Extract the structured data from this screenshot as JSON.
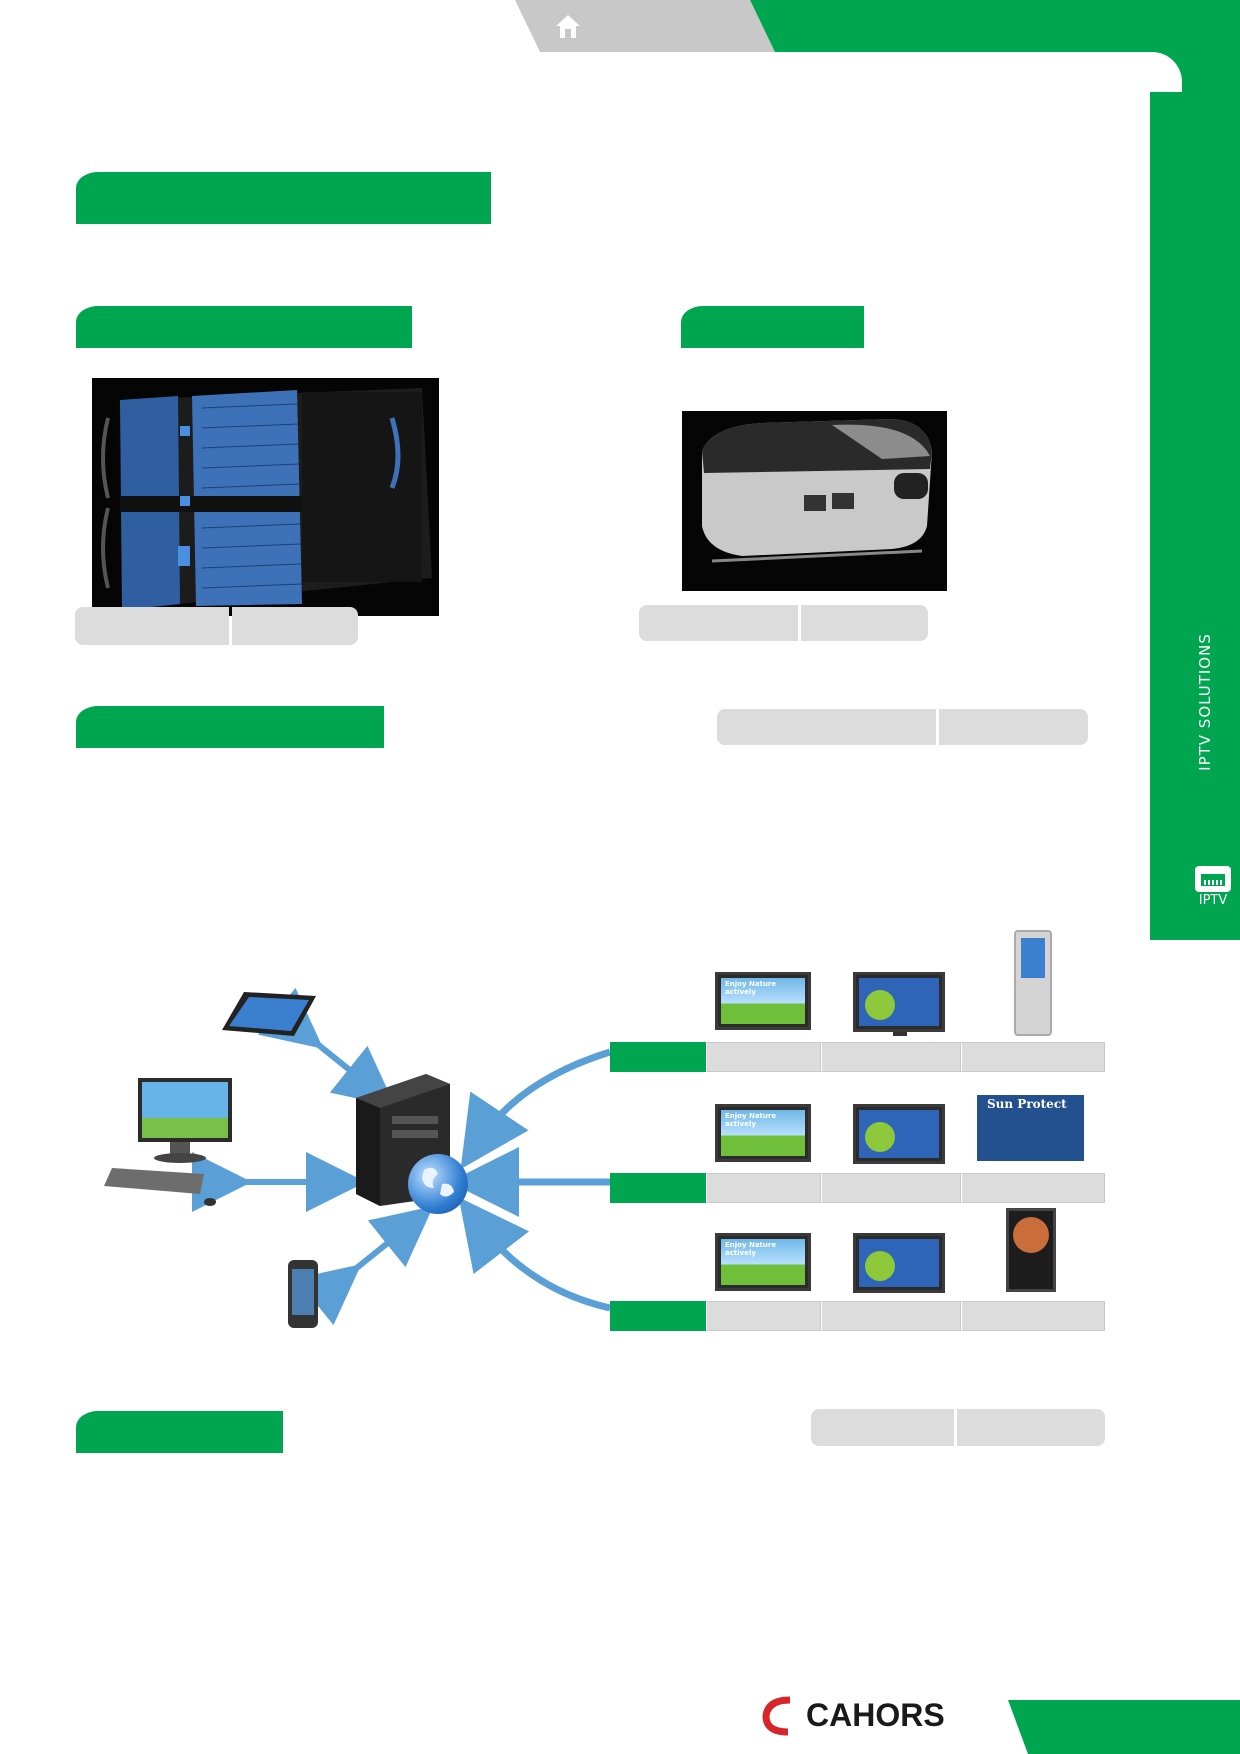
{
  "sidebar": {
    "label": "IPTV SOLUTIONS",
    "tab_label": "IPTV"
  },
  "footer": {
    "brand": "CAHORS"
  },
  "tv_content": {
    "ad_text": "Enjoy Nature actively",
    "sun_text": "Sun Protect"
  },
  "colors": {
    "brand_green": "#00a550",
    "tab_grey": "#c8c8c8",
    "label_grey": "#dcdcdc",
    "arrow_blue": "#5aa0d6"
  },
  "icons": {
    "home_tab": "home-icon",
    "sidebar_tab": "network-port-icon",
    "logo": "cahors-logo"
  }
}
